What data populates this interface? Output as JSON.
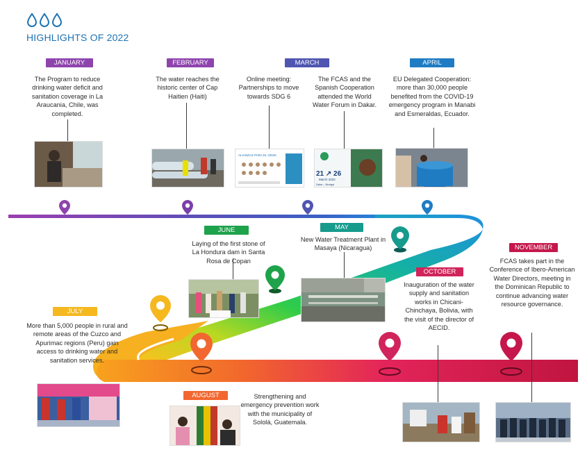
{
  "header": {
    "title": "HIGHLIGHTS OF 2022"
  },
  "colors": {
    "purple": "#8e44ad",
    "indigo": "#4f55b0",
    "blue": "#1f7cc3",
    "teal": "#169b8d",
    "green": "#1ea24b",
    "yellow": "#f5b81f",
    "orange": "#f1672f",
    "crimson": "#c5174b",
    "title_blue": "#1d73b4"
  },
  "events": [
    {
      "month": "JANUARY",
      "text": "The Program to reduce drinking water deficit and sanitation coverage in La Araucania, Chile, was completed.",
      "color": "#8e44ad"
    },
    {
      "month": "FEBRUARY",
      "text": "The water reaches the historic center of Cap Haitien (Haiti)",
      "color": "#8e44ad"
    },
    {
      "month": "MARCH",
      "text_1": "Online meeting: Partnerships to move towards SDG 6",
      "text_2": "The FCAS and the Spanish Cooperation attended the World Water Forum in Dakar.",
      "color": "#4f55b0"
    },
    {
      "month": "APRIL",
      "text": "EU Delegated Cooperation: more than 30,000 people benefited from the COVID-19 emergency program in Manabi and Esmeraldas, Ecuador.",
      "color": "#1f7cc3"
    },
    {
      "month": "MAY",
      "text": "New Water Treatment Plant in Masaya (Nicaragua)",
      "color": "#169b8d"
    },
    {
      "month": "JUNE",
      "text": "Laying of the first stone of La Hondura dam in Santa Rosa de Copan",
      "color": "#1ea24b"
    },
    {
      "month": "JULY",
      "text": "More than 5,000 people in rural and remote areas of the Cuzco and Apurimac regions (Peru) gain access to drinking water and sanitation services.",
      "color": "#f5b81f"
    },
    {
      "month": "AUGUST",
      "text": "Strengthening and emergency prevention work with the municipality of Sololá, Guatemala.",
      "color": "#f1672f"
    },
    {
      "month": "OCTOBER",
      "text": "Inauguration of the water supply and sanitation works in Chicani-Chinchaya, Bolivia, with the visit of the director of AECID.",
      "color": "#d0245a"
    },
    {
      "month": "NOVEMBER",
      "text": "FCAS takes part in the Conference of Ibero-American Water Directors, meeting in the Dominican Republic to continue advancing water resource governance.",
      "color": "#c5174b"
    }
  ],
  "poster": {
    "caption": "21 ↗ 26",
    "month_line": "March 2022",
    "footer": "Dakar – Sénégal",
    "headline": "ALIANZAS PARA EL ODS6"
  }
}
